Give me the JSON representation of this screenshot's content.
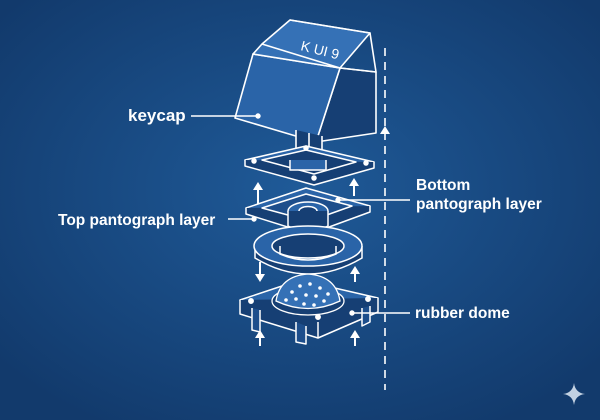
{
  "labels": {
    "keycap": "keycap",
    "top_pantograph": "Top pantograph layer",
    "bottom_pantograph_line1": "Bottom",
    "bottom_pantograph_line2": "pantograph layer",
    "rubber_dome": "rubber dome"
  },
  "keycap_legend": "K UI 9",
  "icons": [
    "up-arrow-icon",
    "down-arrow-icon",
    "sparkle-icon"
  ],
  "colors": {
    "background": "#16457f",
    "line": "#ffffff",
    "fill_dark": "#1d4e8c",
    "fill_light": "#2a64a8"
  }
}
